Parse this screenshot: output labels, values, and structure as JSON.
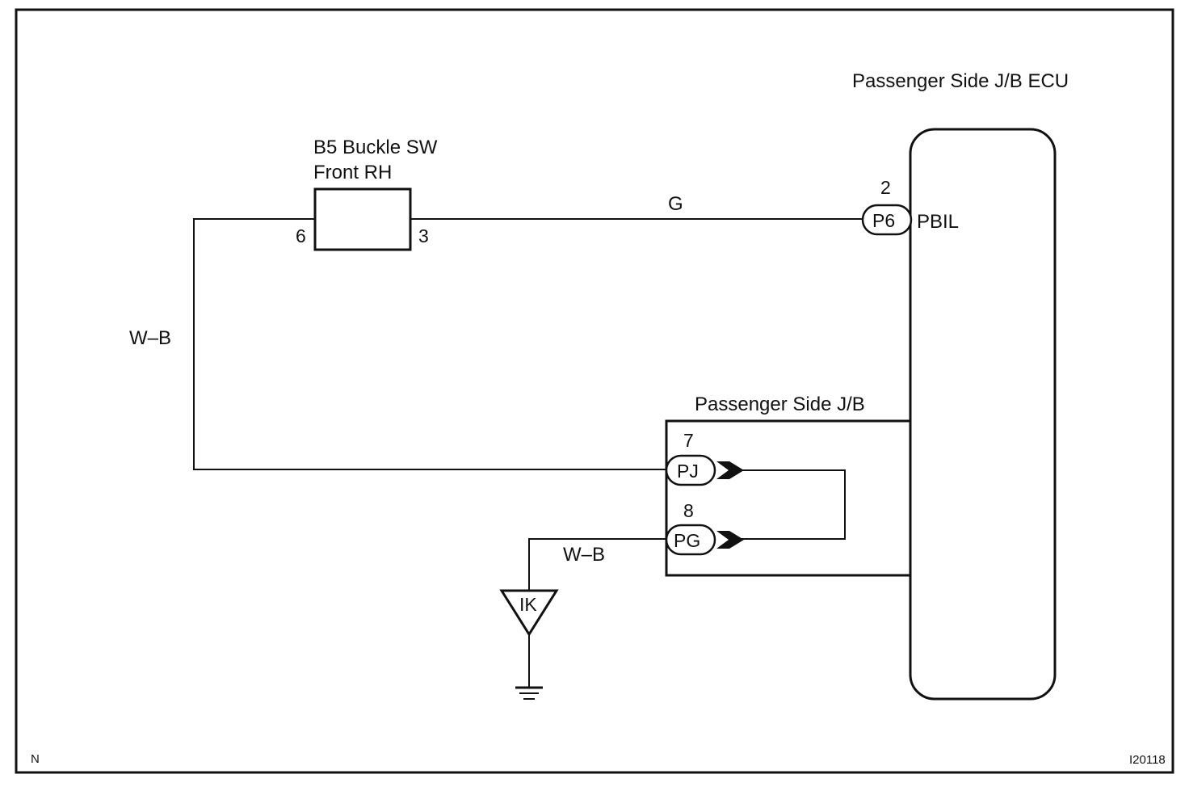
{
  "components": {
    "ecu_label": "Passenger Side J/B ECU",
    "buckle_switch_line1": "B5 Buckle SW",
    "buckle_switch_line2": "Front RH",
    "junction_block_label": "Passenger Side J/B"
  },
  "pins": {
    "buckle_left_pin": "6",
    "buckle_right_pin": "3",
    "p6_pin_number": "2",
    "pj_pin_number": "7",
    "pg_pin_number": "8"
  },
  "connectors": {
    "p6": "P6",
    "pj": "PJ",
    "pg": "PG",
    "ground": "IK"
  },
  "terminals": {
    "pbil": "PBIL"
  },
  "wires": {
    "buckle_to_ecu_color": "G",
    "buckle_to_jb_color": "W–B",
    "pg_to_ground_color": "W–B"
  },
  "footer": {
    "corner_mark": "N",
    "figure_code": "I20118"
  }
}
